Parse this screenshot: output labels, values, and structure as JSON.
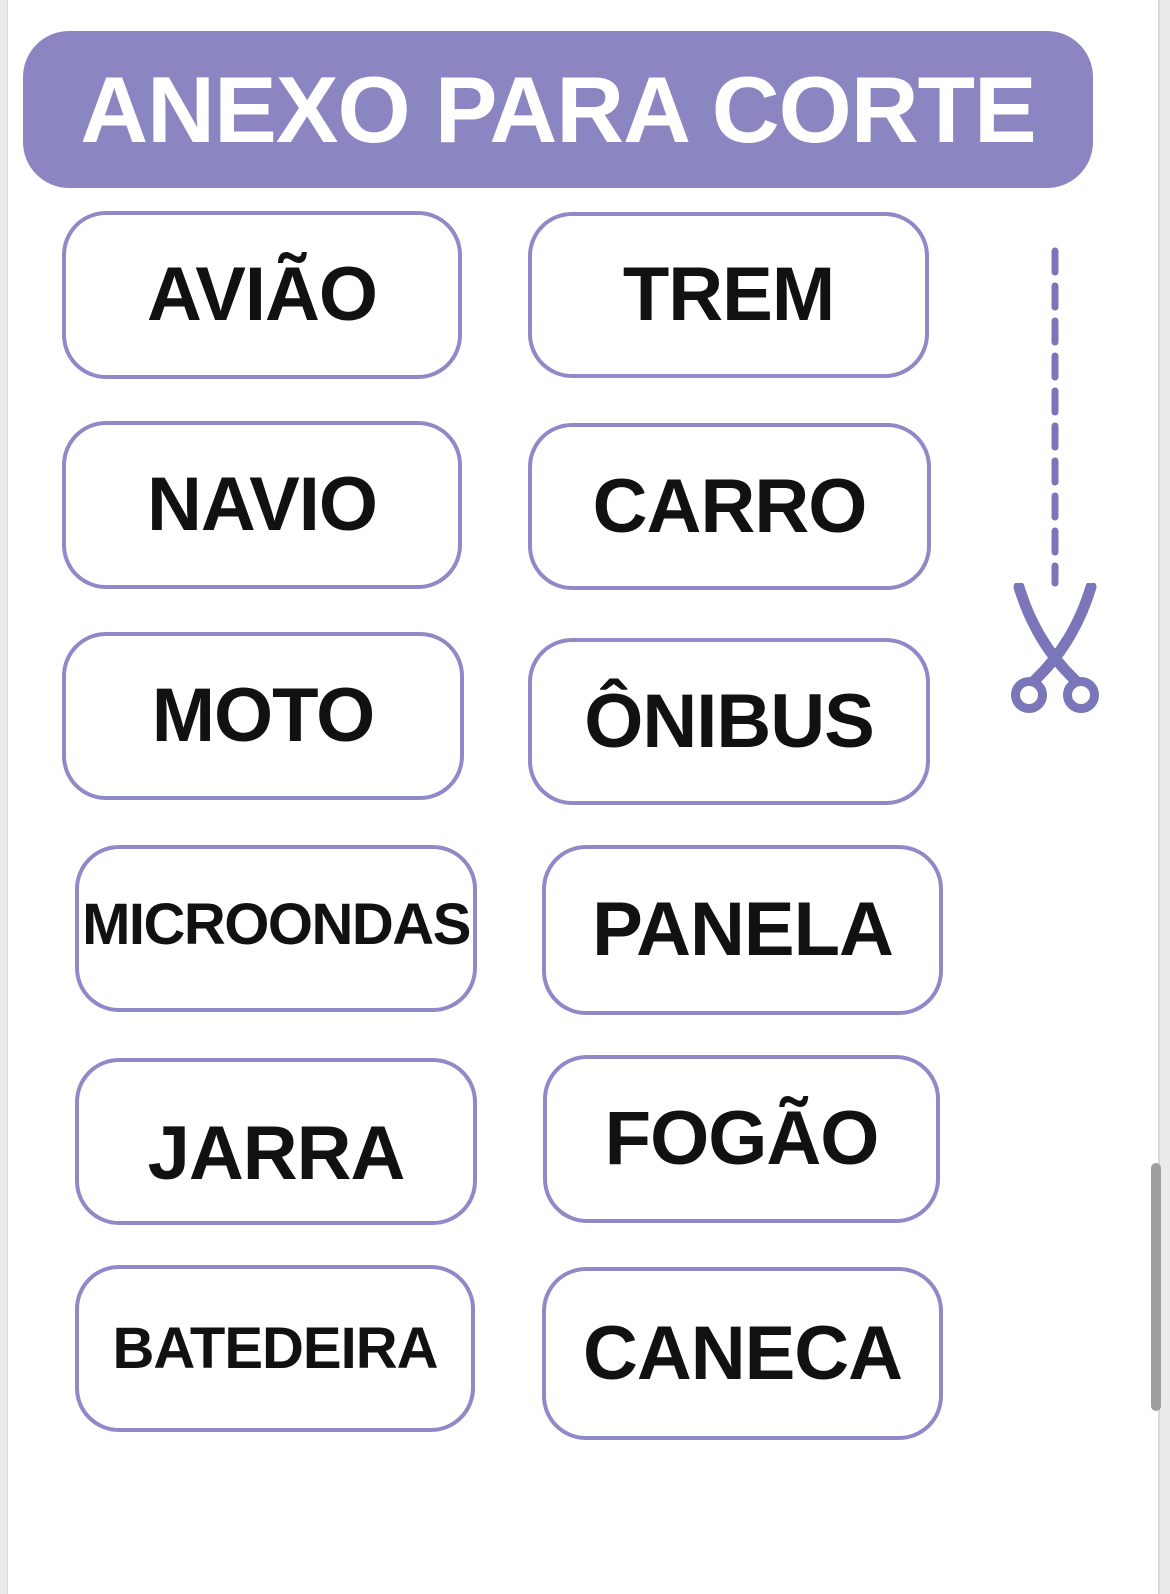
{
  "header": {
    "title": "ANEXO PARA CORTE"
  },
  "cards": [
    {
      "label": "AVIÃO"
    },
    {
      "label": "TREM"
    },
    {
      "label": "NAVIO"
    },
    {
      "label": "CARRO"
    },
    {
      "label": "MOTO"
    },
    {
      "label": "ÔNIBUS"
    },
    {
      "label": "MICROONDAS"
    },
    {
      "label": "PANELA"
    },
    {
      "label": "JARRA"
    },
    {
      "label": "FOGÃO"
    },
    {
      "label": "BATEDEIRA"
    },
    {
      "label": "CANECA"
    }
  ],
  "icons": {
    "scissors": "scissors-icon",
    "cut_line": "dashed-cut-line"
  },
  "scrollbar": {
    "visible": true
  },
  "colors": {
    "header_bg": "#8b85c1",
    "header_text": "#ffffff",
    "card_border": "#9089c7",
    "card_text": "#111111",
    "cut_accent": "#7b75b9",
    "scrollbar_thumb": "#9e9e9e",
    "gutter_bg": "#ebebed",
    "gutter_line": "#d8d8db",
    "page_bg": "#ffffff"
  }
}
